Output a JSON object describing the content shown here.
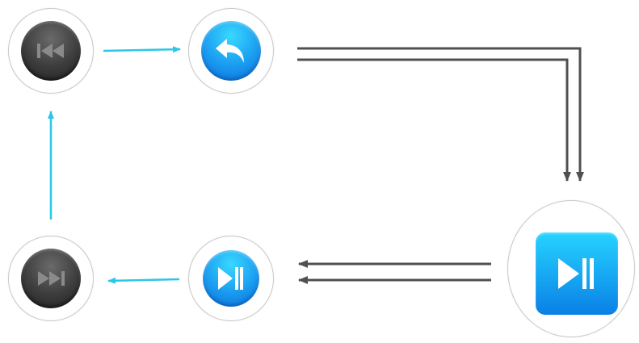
{
  "colors": {
    "flow_accent": "#2cc6e8",
    "flow_dark": "#505050",
    "button_dark": "#333333",
    "button_blue": "#1a9cf0"
  },
  "nodes": [
    {
      "id": "previous",
      "icon": "skip-previous-icon",
      "style": "dark"
    },
    {
      "id": "undo",
      "icon": "undo-icon",
      "style": "blue"
    },
    {
      "id": "play-pause-large",
      "icon": "play-pause-icon",
      "style": "blue-square"
    },
    {
      "id": "play-pause",
      "icon": "play-pause-icon",
      "style": "blue"
    },
    {
      "id": "next",
      "icon": "skip-next-icon",
      "style": "dark"
    }
  ],
  "connections": [
    {
      "from": "previous",
      "to": "undo",
      "style": "accent"
    },
    {
      "from": "undo",
      "to": "play-pause-large",
      "style": "dark-double"
    },
    {
      "from": "play-pause-large",
      "to": "play-pause",
      "style": "dark-double"
    },
    {
      "from": "play-pause",
      "to": "next",
      "style": "accent"
    },
    {
      "from": "next",
      "to": "previous",
      "style": "accent"
    }
  ]
}
